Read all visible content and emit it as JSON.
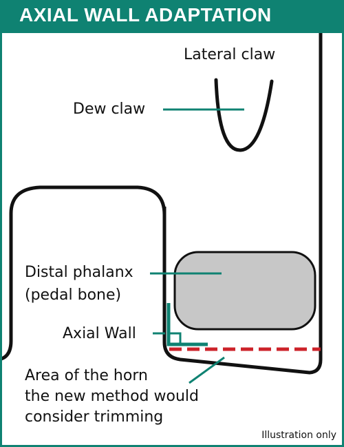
{
  "title": "AXIAL WALL ADAPTATION",
  "labels": {
    "lateral_claw": "Lateral claw",
    "dew_claw": "Dew claw",
    "distal_phalanx_line1": "Distal phalanx",
    "distal_phalanx_line2": "(pedal bone)",
    "axial_wall": "Axial Wall",
    "trim_area_line1": "Area of the horn",
    "trim_area_line2": "the new method would",
    "trim_area_line3": "consider trimming"
  },
  "footnote": "Illustration only",
  "colors": {
    "brand_teal": "#0f8272",
    "outline": "#111111",
    "bone_fill": "#c7c7c7",
    "trim_line": "#cc2229"
  }
}
